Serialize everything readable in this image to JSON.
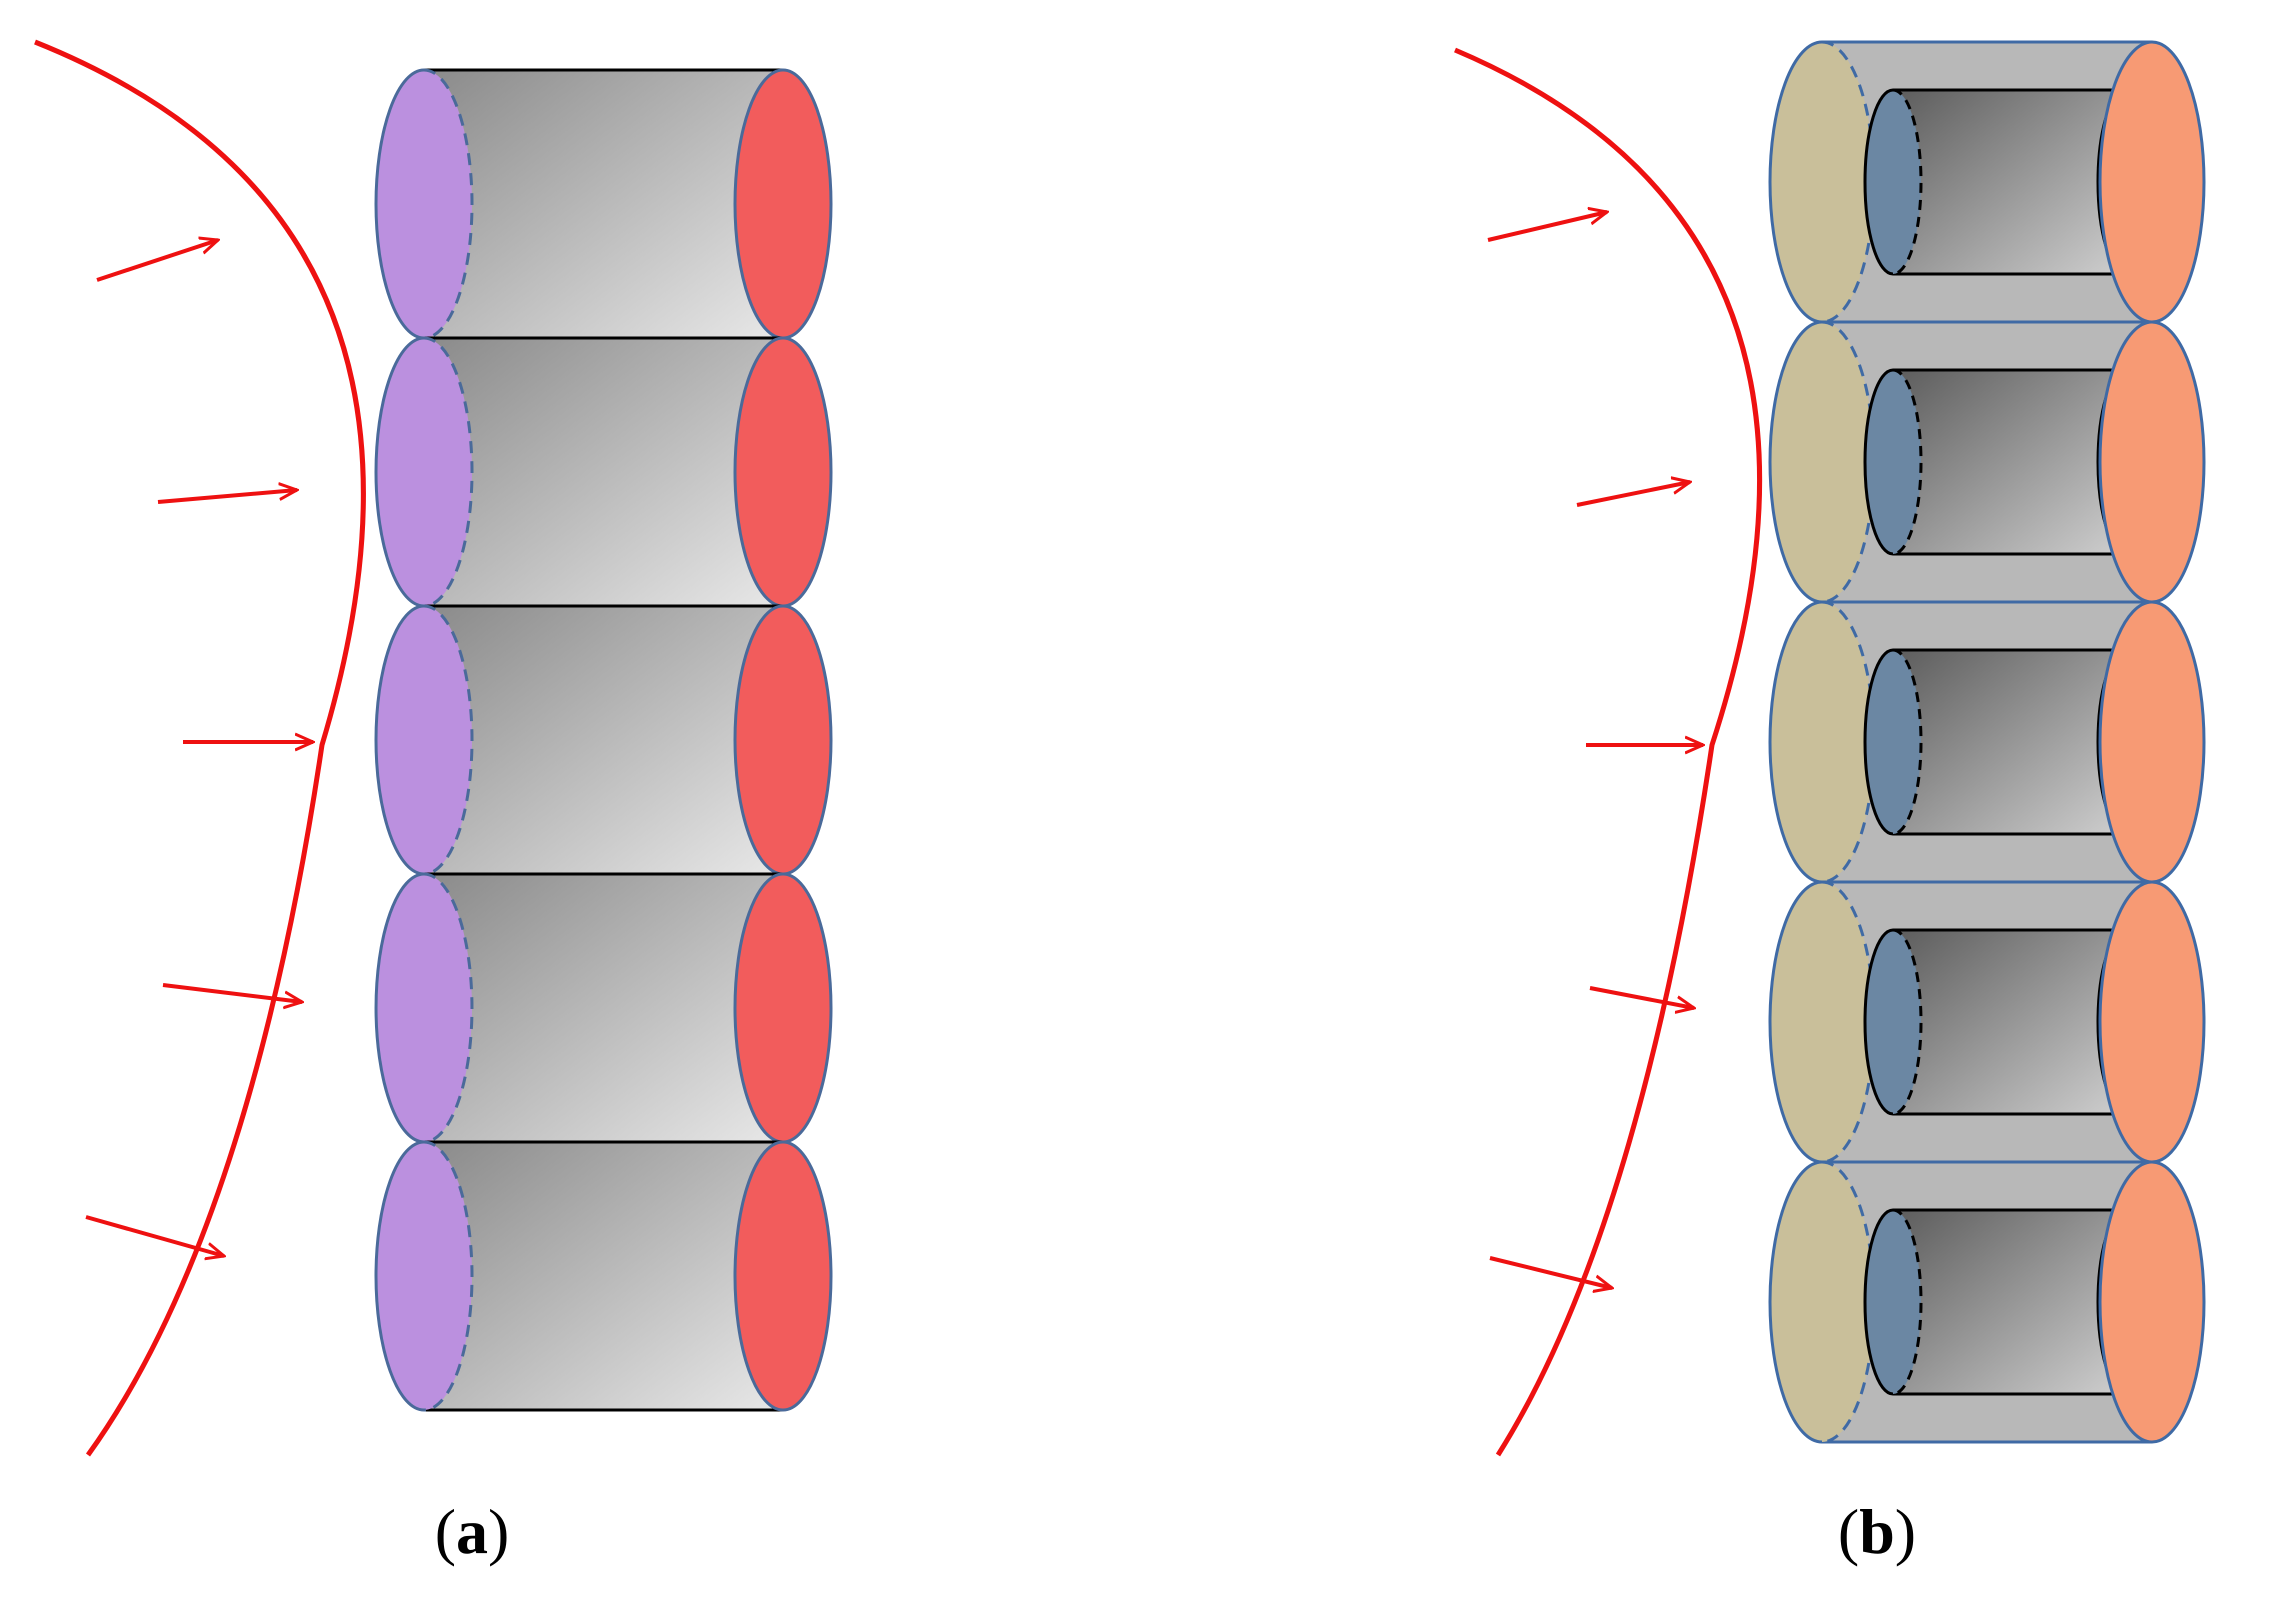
{
  "panels": [
    {
      "id": "a",
      "label_open": "(",
      "label_letter": "a",
      "label_close": ")",
      "cylinders": 5,
      "left_face_color": "#bb90df",
      "right_face_color": "#f25c5c",
      "body_gradient": [
        "#8a8a8a",
        "#e8e8e8"
      ],
      "arrows": 5,
      "wave_color": "#ee1111"
    },
    {
      "id": "b",
      "label_open": "(",
      "label_letter": "b",
      "label_close": ")",
      "cylinders": 5,
      "outer_left_face_color": "#c9bf9a",
      "outer_right_face_color": "#f79a74",
      "outer_body_color": "#b8b8b8",
      "inner_left_face_color": "#6b87a3",
      "inner_right_face_color": "#738f60",
      "inner_body_gradient": [
        "#5c5c5c",
        "#cfcfcf"
      ],
      "arrows": 5,
      "wave_color": "#ee1111"
    }
  ]
}
